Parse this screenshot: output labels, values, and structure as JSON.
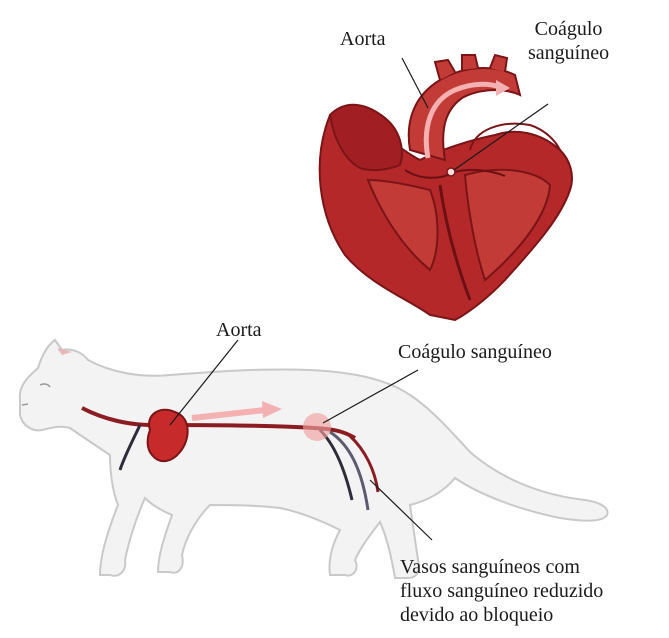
{
  "heart_labels": {
    "aorta": "Aorta",
    "clot_line1": "Coágulo",
    "clot_line2": "sanguíneo"
  },
  "cat_labels": {
    "aorta": "Aorta",
    "clot": "Coágulo sanguíneo",
    "vessels_line1": "Vasos sanguíneos com",
    "vessels_line2": "fluxo sanguíneo reduzido",
    "vessels_line3": "devido ao bloqueio"
  },
  "colors": {
    "heart_red": "#b5282a",
    "heart_dark": "#7a1416",
    "heart_light": "#d9564f",
    "vessel": "#8b1d22",
    "vein_dark": "#2e2b3a",
    "arrow": "#f3b1b1",
    "cat_fill": "#f3f3f3",
    "cat_stroke": "#c9c9c9"
  }
}
